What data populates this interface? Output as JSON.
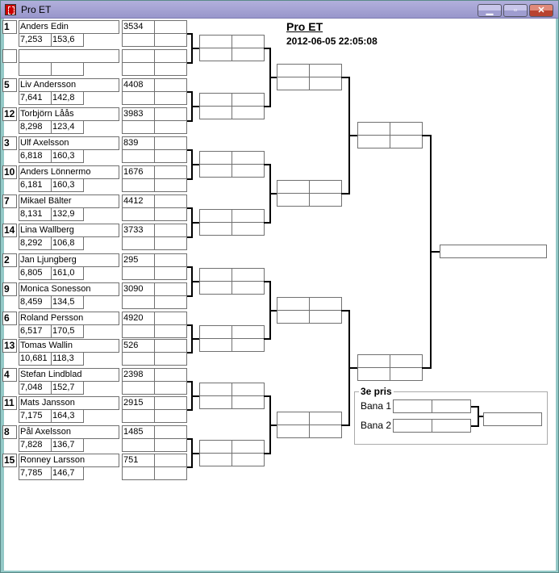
{
  "window": {
    "title": "Pro ET"
  },
  "header": {
    "title": "Pro ET",
    "datetime": "2012-06-05 22:05:08"
  },
  "entries": [
    {
      "seed": "1",
      "name": "Anders Edin",
      "stat1": "7,253",
      "stat2": "153,6",
      "score": "3534"
    },
    {
      "seed": "",
      "name": "",
      "stat1": "",
      "stat2": "",
      "score": ""
    },
    {
      "seed": "5",
      "name": "Liv Andersson",
      "stat1": "7,641",
      "stat2": "142,8",
      "score": "4408"
    },
    {
      "seed": "12",
      "name": "Torbjörn Låås",
      "stat1": "8,298",
      "stat2": "123,4",
      "score": "3983"
    },
    {
      "seed": "3",
      "name": "Ulf Axelsson",
      "stat1": "6,818",
      "stat2": "160,3",
      "score": "839"
    },
    {
      "seed": "10",
      "name": "Anders Lönnermo",
      "stat1": "6,181",
      "stat2": "160,3",
      "score": "1676"
    },
    {
      "seed": "7",
      "name": "Mikael Bälter",
      "stat1": "8,131",
      "stat2": "132,9",
      "score": "4412"
    },
    {
      "seed": "14",
      "name": "Lina Wallberg",
      "stat1": "8,292",
      "stat2": "106,8",
      "score": "3733"
    },
    {
      "seed": "2",
      "name": "Jan Ljungberg",
      "stat1": "6,805",
      "stat2": "161,0",
      "score": "295"
    },
    {
      "seed": "9",
      "name": "Monica Sonesson",
      "stat1": "8,459",
      "stat2": "134,5",
      "score": "3090"
    },
    {
      "seed": "6",
      "name": "Roland Persson",
      "stat1": "6,517",
      "stat2": "170,5",
      "score": "4920"
    },
    {
      "seed": "13",
      "name": "Tomas Wallin",
      "stat1": "10,681",
      "stat2": "118,3",
      "score": "526"
    },
    {
      "seed": "4",
      "name": "Stefan Lindblad",
      "stat1": "7,048",
      "stat2": "152,7",
      "score": "2398"
    },
    {
      "seed": "11",
      "name": "Mats Jansson",
      "stat1": "7,175",
      "stat2": "164,3",
      "score": "2915"
    },
    {
      "seed": "8",
      "name": "Pål Axelsson",
      "stat1": "7,828",
      "stat2": "136,7",
      "score": "1485"
    },
    {
      "seed": "15",
      "name": "Ronney Larsson",
      "stat1": "7,785",
      "stat2": "146,7",
      "score": "751"
    }
  ],
  "third_place": {
    "label": "3e pris",
    "lane1": "Bana 1",
    "lane2": "Bana 2"
  }
}
